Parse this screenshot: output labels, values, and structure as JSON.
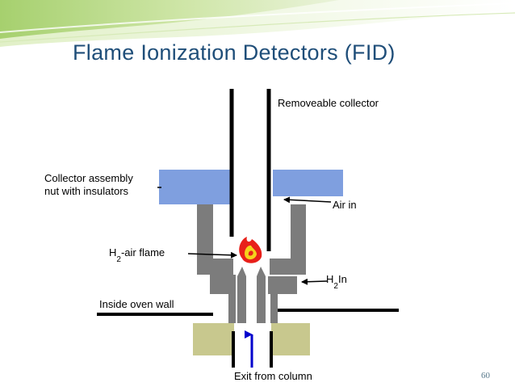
{
  "slide": {
    "title": "Flame Ionization Detectors (FID)",
    "page_number": "60"
  },
  "diagram": {
    "labels": {
      "removable_collector": "Removeable collector",
      "collector_assembly_line1": "Collector assembly",
      "collector_assembly_line2": "nut with insulators",
      "air_in": "Air in",
      "h2_flame_h": "H",
      "h2_flame_sub": "2",
      "h2_flame_rest": "-air flame",
      "h2_in_h": "H",
      "h2_in_sub": "2",
      "h2_in_rest": "In",
      "oven_wall": "Inside oven wall",
      "exit_column": "Exit from column"
    },
    "colors": {
      "title": "#1f4e79",
      "collector_nut": "#7f9fdf",
      "body_gray": "#7c7c7c",
      "oven_insulation": "#c8c88e",
      "flame_outer": "#e8201a",
      "flame_inner": "#f5d21c",
      "arrow_blue": "#0000cc",
      "banner_green": "#9fcf6a"
    }
  }
}
